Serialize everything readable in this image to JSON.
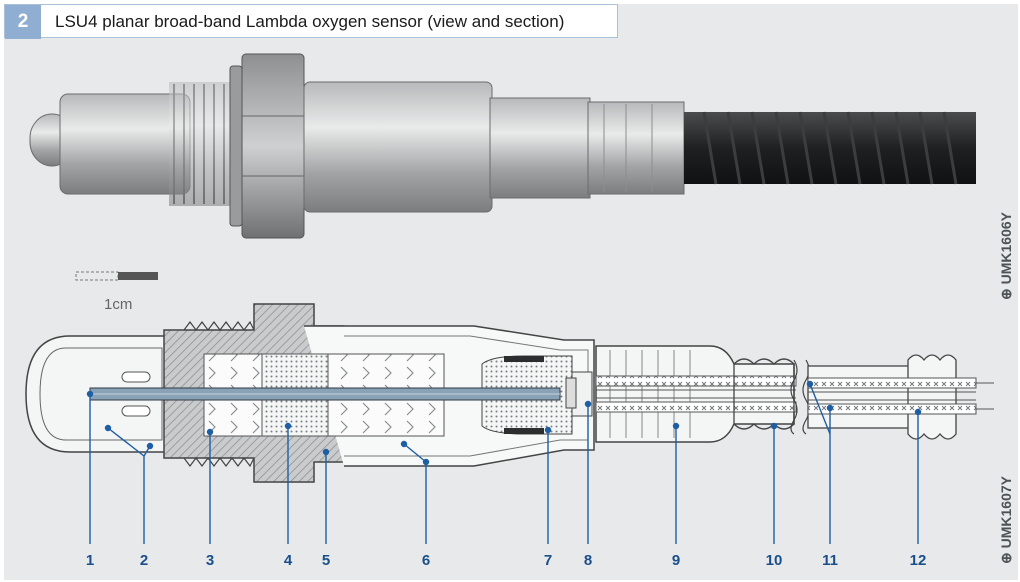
{
  "figure": {
    "number": "2",
    "title": "LSU4 planar broad-band Lambda oxygen sensor (view and section)"
  },
  "scale": {
    "label": "1cm"
  },
  "image_codes": {
    "view": "UMK1606Y",
    "section": "UMK1607Y"
  },
  "callouts": [
    "1",
    "2",
    "3",
    "4",
    "5",
    "6",
    "7",
    "8",
    "9",
    "10",
    "11",
    "12"
  ],
  "colors": {
    "callout": "#1a4f8a",
    "figure_number_bg": "#8faed2",
    "frame_bg": "#e7e9ea",
    "cable": "#2a2c2e"
  }
}
